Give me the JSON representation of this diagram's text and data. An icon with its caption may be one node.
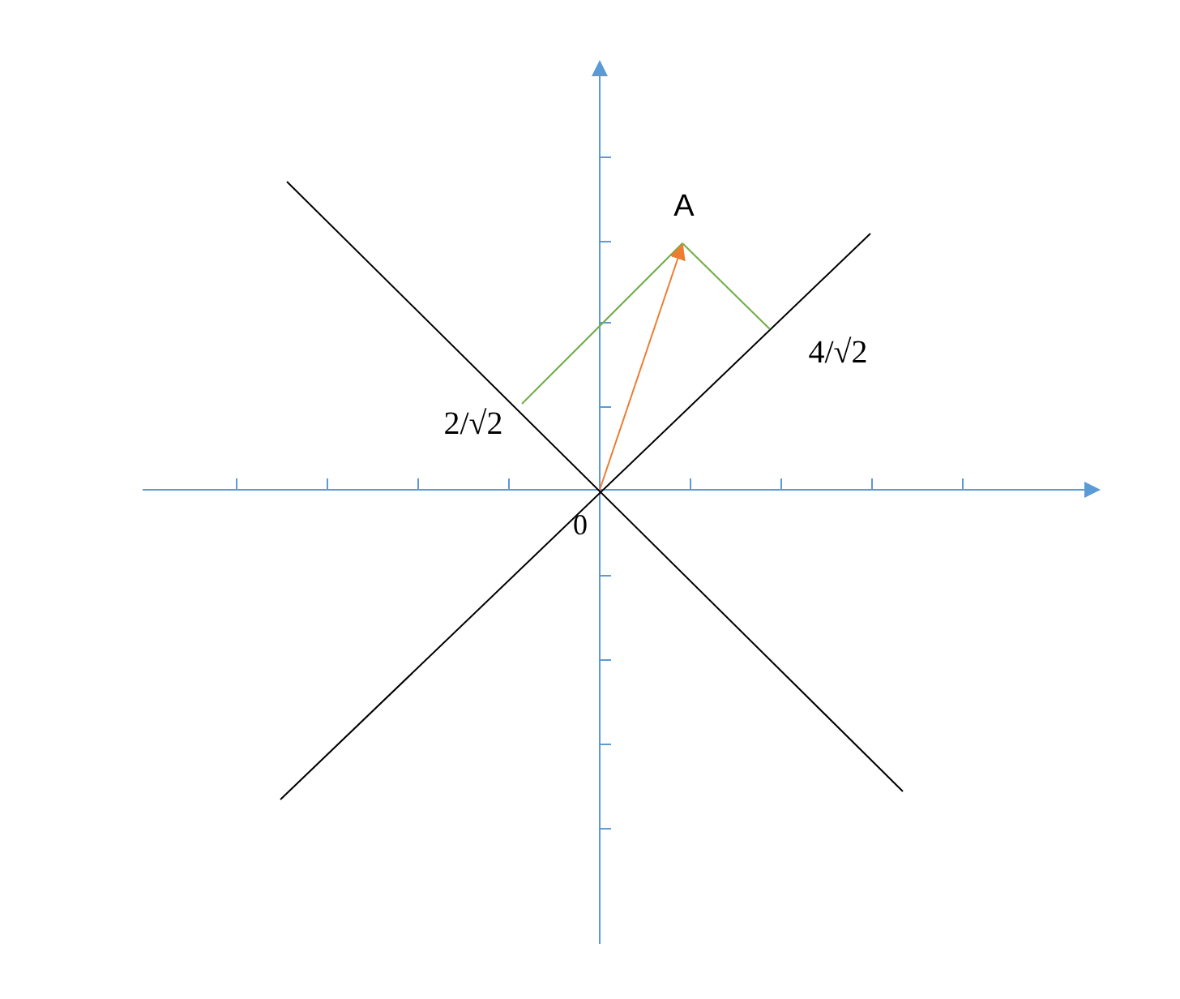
{
  "diagram": {
    "labels": [
      "A",
      "2/√2",
      "4/√2",
      "0"
    ]
  }
}
